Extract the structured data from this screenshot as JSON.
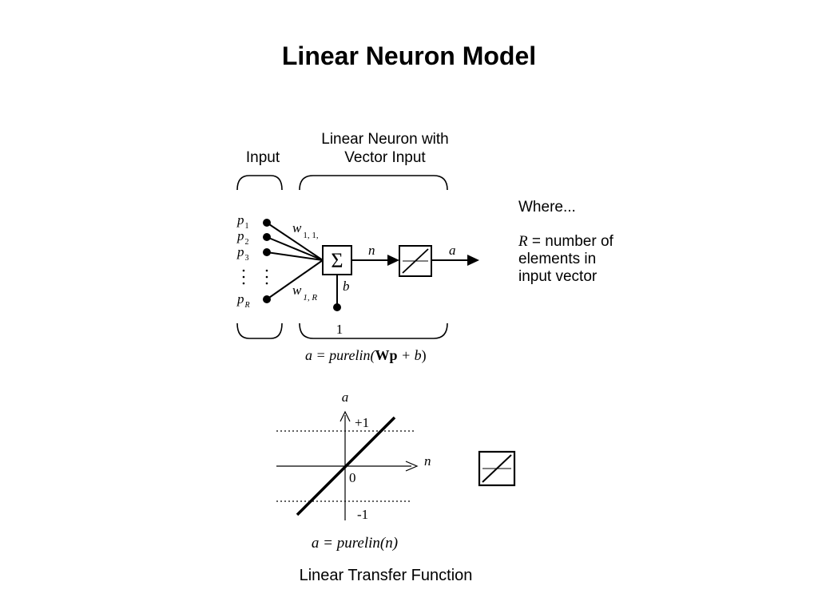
{
  "slide": {
    "title": "Linear Neuron Model"
  },
  "neuron_diagram": {
    "input_header": "Input",
    "neuron_header_line1": "Linear Neuron with",
    "neuron_header_line2": "Vector Input",
    "inputs": [
      {
        "sym": "p",
        "sub": "1"
      },
      {
        "sym": "p",
        "sub": "2"
      },
      {
        "sym": "p",
        "sub": "3"
      },
      {
        "sym": "p",
        "sub": "R"
      }
    ],
    "weight_first": {
      "sym": "w",
      "sub": "1, 1,"
    },
    "weight_last": {
      "sym": "w",
      "sub": "1, R"
    },
    "sum_symbol": "Σ",
    "net_label": "n",
    "output_label": "a",
    "bias_label": "b",
    "bias_input": "1",
    "equation": {
      "lhs": "a = purelin(",
      "bold": "Wp",
      "rest": " + b",
      "close": ")"
    }
  },
  "where_note": {
    "heading": "Where...",
    "symbol": "R",
    "line1": " = number of",
    "line2": "elements in",
    "line3": "input vector"
  },
  "transfer_graph": {
    "y_axis_label": "a",
    "x_axis_label": "n",
    "upper_value": "+1",
    "lower_value": "-1",
    "origin_label": "0",
    "equation": "a = purelin(n)",
    "caption": "Linear Transfer Function"
  }
}
